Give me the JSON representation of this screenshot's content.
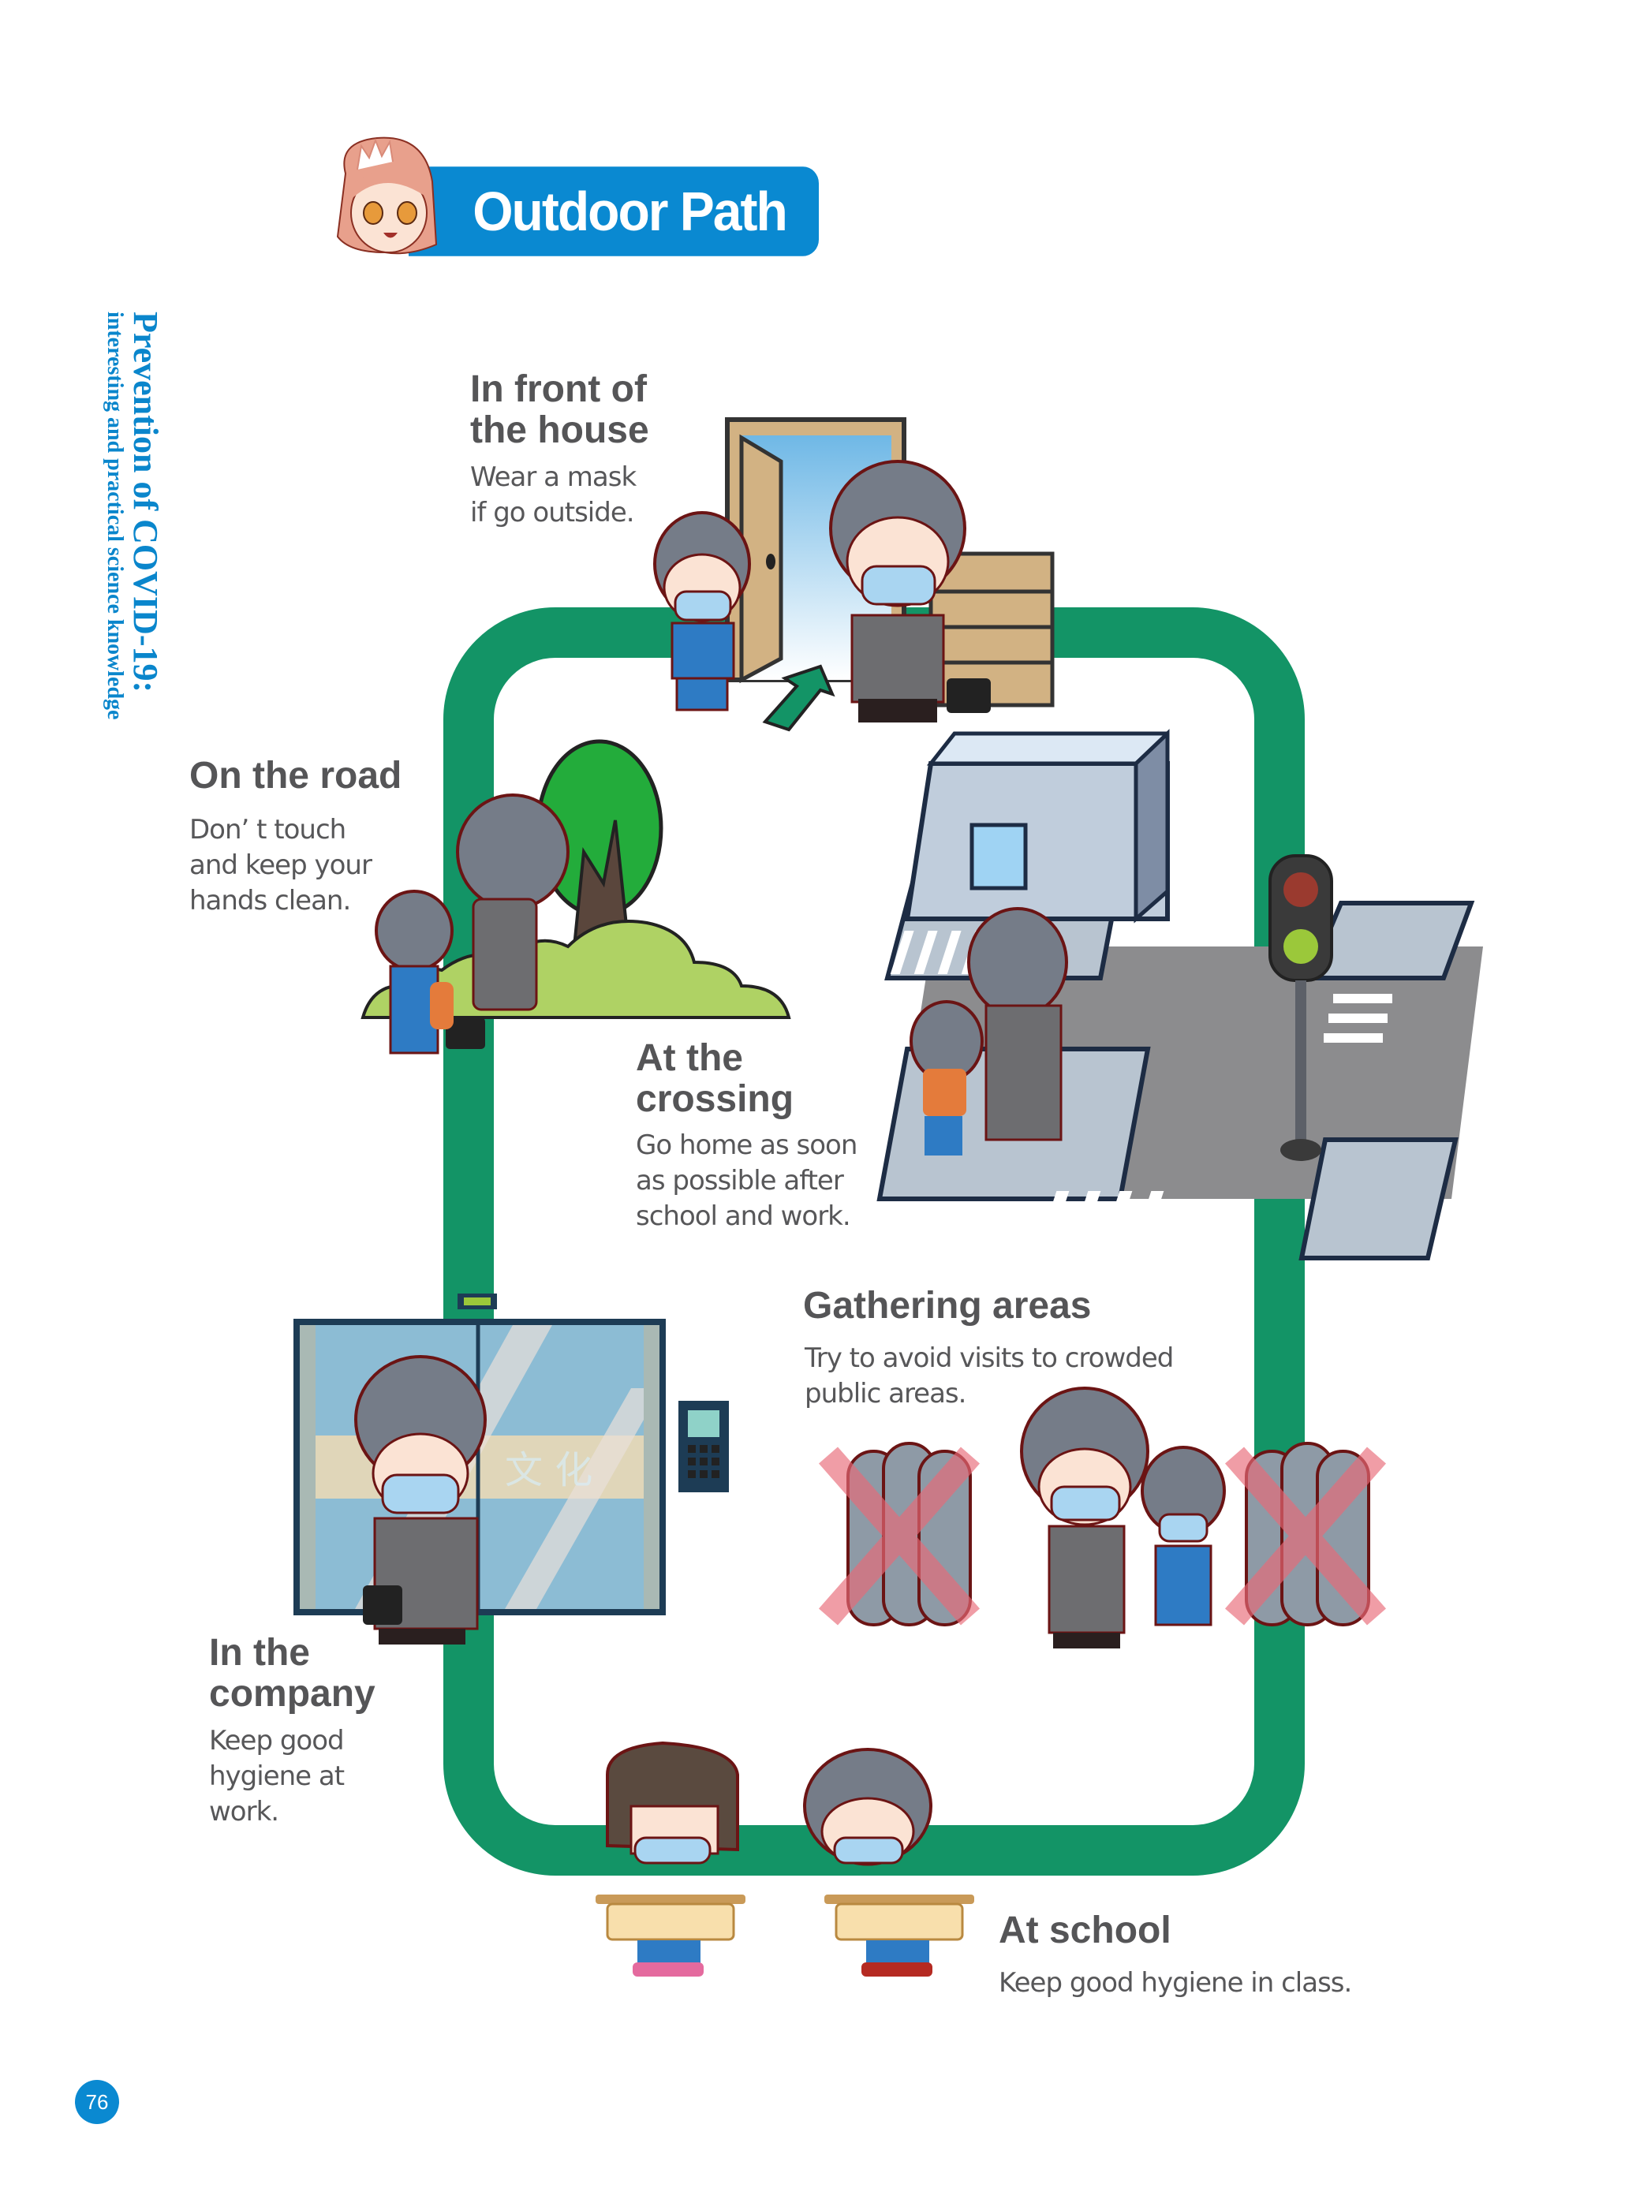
{
  "side_title": {
    "line1": "Prevention of COVID-19:",
    "line2": "interesting and practical science knowledge"
  },
  "banner": {
    "title": "Outdoor Path",
    "mascot_icon": "girl-mascot-icon"
  },
  "colors": {
    "brand_blue": "#0a89d1",
    "path_green": "#139466",
    "text_gray": "#555557"
  },
  "stops": [
    {
      "id": "house",
      "heading_lines": [
        "In front of",
        "the house"
      ],
      "desc_lines": [
        "Wear a mask",
        "if go outside."
      ]
    },
    {
      "id": "road",
      "heading_lines": [
        "On the road"
      ],
      "desc_lines": [
        "Don’ t touch",
        "and keep your",
        "hands clean."
      ]
    },
    {
      "id": "crossing",
      "heading_lines": [
        "At the",
        "crossing"
      ],
      "desc_lines": [
        "Go home as soon",
        "as possible after",
        "school and work."
      ]
    },
    {
      "id": "gathering",
      "heading_lines": [
        "Gathering areas"
      ],
      "desc_lines": [
        "Try to avoid visits to crowded",
        "public areas."
      ]
    },
    {
      "id": "company",
      "heading_lines": [
        "In the",
        "company"
      ],
      "desc_lines": [
        "Keep good",
        "hygiene at",
        "work."
      ]
    },
    {
      "id": "school",
      "heading_lines": [
        "At school"
      ],
      "desc_lines": [
        "Keep good hygiene in class."
      ]
    }
  ],
  "illustrations": {
    "house": "door-with-masked-father-and-son",
    "road": "father-and-son-walking-past-tree",
    "crossing": "pedestrian-crossing-with-traffic-light",
    "gathering": "crowds-crossed-out",
    "company": "elevator-with-masked-businessman",
    "school": "masked-students-at-desks"
  },
  "watermark": "文 化",
  "page_number": "76"
}
